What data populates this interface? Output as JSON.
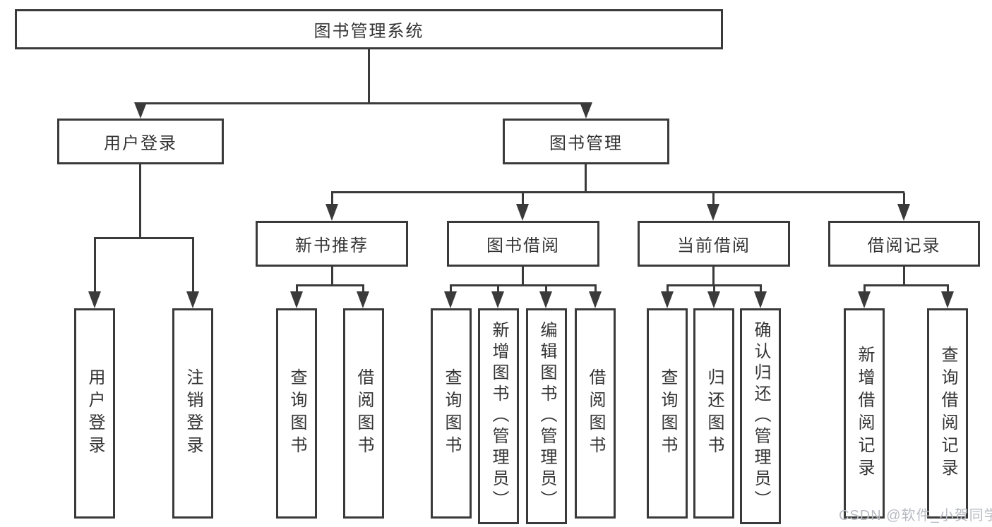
{
  "diagram_title": "图书管理系统",
  "nodes": {
    "root": {
      "label": "图书管理系统"
    },
    "level2": [
      {
        "label": "用户登录",
        "parent": "图书管理系统"
      },
      {
        "label": "图书管理",
        "parent": "图书管理系统"
      }
    ],
    "level3": [
      {
        "label": "新书推荐",
        "parent": "图书管理"
      },
      {
        "label": "图书借阅",
        "parent": "图书管理"
      },
      {
        "label": "当前借阅",
        "parent": "图书管理"
      },
      {
        "label": "借阅记录",
        "parent": "图书管理"
      }
    ],
    "leaves": [
      {
        "label": "用户登录",
        "parent": "用户登录"
      },
      {
        "label": "注销登录",
        "parent": "用户登录"
      },
      {
        "label": "查询图书",
        "parent": "新书推荐"
      },
      {
        "label": "借阅图书",
        "parent": "新书推荐"
      },
      {
        "label": "查询图书",
        "parent": "图书借阅"
      },
      {
        "label": "新增图书（管理员）",
        "parent": "图书借阅"
      },
      {
        "label": "编辑图书（管理员）",
        "parent": "图书借阅"
      },
      {
        "label": "借阅图书",
        "parent": "图书借阅"
      },
      {
        "label": "查询图书",
        "parent": "当前借阅"
      },
      {
        "label": "归还图书",
        "parent": "当前借阅"
      },
      {
        "label": "确认归还（管理员）",
        "parent": "当前借阅"
      },
      {
        "label": "新增借阅记录",
        "parent": "借阅记录"
      },
      {
        "label": "查询借阅记录",
        "parent": "借阅记录"
      }
    ]
  },
  "watermark": "CSDN @软件_小贺同学",
  "colors": {
    "line": "#3a3a3a",
    "text": "#333333",
    "watermark": "#b7bbc2",
    "background": "#ffffff"
  }
}
